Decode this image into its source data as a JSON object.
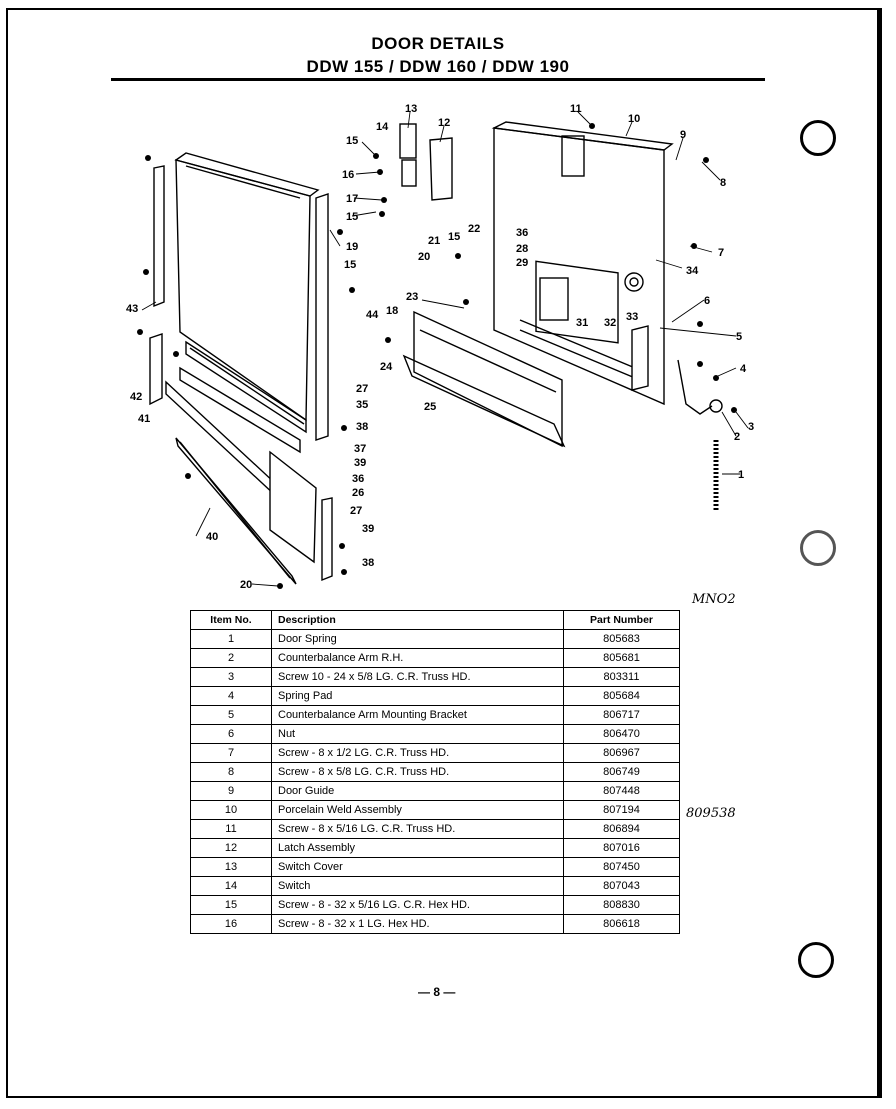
{
  "header": {
    "title": "DOOR DETAILS",
    "subtitle": "DDW 155 / DDW 160 / DDW 190"
  },
  "diagram": {
    "callouts": [
      "13",
      "12",
      "11",
      "10",
      "9",
      "8",
      "14",
      "15",
      "16",
      "17",
      "15",
      "19",
      "36",
      "22",
      "15",
      "21",
      "20",
      "28",
      "29",
      "7",
      "34",
      "15",
      "44",
      "18",
      "23",
      "33",
      "32",
      "31",
      "6",
      "5",
      "4",
      "24",
      "25",
      "43",
      "42",
      "41",
      "27",
      "35",
      "38",
      "37",
      "39",
      "36",
      "26",
      "27",
      "40",
      "39",
      "38",
      "20",
      "3",
      "2",
      "1"
    ]
  },
  "parts_table": {
    "headers": [
      "Item No.",
      "Description",
      "Part Number"
    ],
    "rows": [
      {
        "item": "1",
        "description": "Door Spring",
        "part": "805683"
      },
      {
        "item": "2",
        "description": "Counterbalance Arm R.H.",
        "part": "805681"
      },
      {
        "item": "3",
        "description": "Screw 10 - 24 x 5/8 LG. C.R. Truss HD.",
        "part": "803311"
      },
      {
        "item": "4",
        "description": "Spring Pad",
        "part": "805684"
      },
      {
        "item": "5",
        "description": "Counterbalance Arm Mounting Bracket",
        "part": "806717"
      },
      {
        "item": "6",
        "description": "Nut",
        "part": "806470"
      },
      {
        "item": "7",
        "description": "Screw - 8 x 1/2 LG. C.R. Truss HD.",
        "part": "806967"
      },
      {
        "item": "8",
        "description": "Screw - 8 x 5/8 LG. C.R. Truss HD.",
        "part": "806749"
      },
      {
        "item": "9",
        "description": "Door Guide",
        "part": "807448"
      },
      {
        "item": "10",
        "description": "Porcelain Weld Assembly",
        "part": "807194"
      },
      {
        "item": "11",
        "description": "Screw - 8 x 5/16 LG. C.R. Truss HD.",
        "part": "806894"
      },
      {
        "item": "12",
        "description": "Latch Assembly",
        "part": "807016"
      },
      {
        "item": "13",
        "description": "Switch Cover",
        "part": "807450"
      },
      {
        "item": "14",
        "description": "Switch",
        "part": "807043"
      },
      {
        "item": "15",
        "description": "Screw - 8 - 32 x 5/16 LG. C.R. Hex HD.",
        "part": "808830"
      },
      {
        "item": "16",
        "description": "Screw - 8 - 32 x 1 LG. Hex HD.",
        "part": "806618"
      }
    ]
  },
  "footer": {
    "page_number": "— 8 —"
  },
  "annotations": {
    "handwritten_top": "MNO2",
    "handwritten_part": "809538"
  }
}
